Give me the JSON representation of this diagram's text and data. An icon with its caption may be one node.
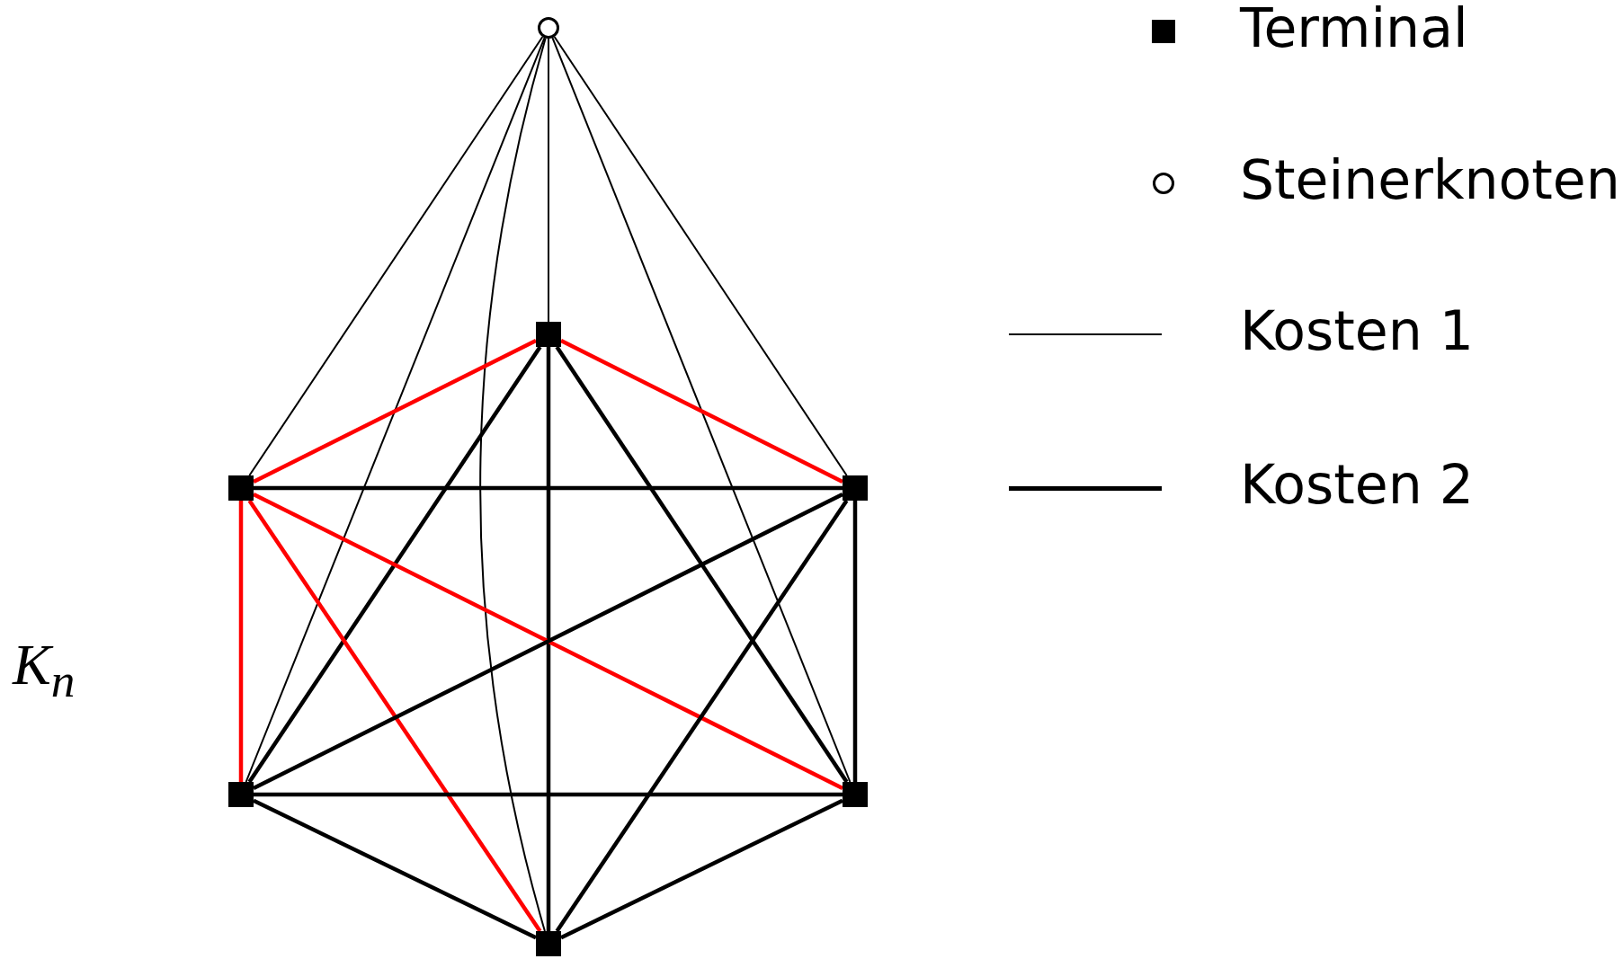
{
  "diagram": {
    "nodes": [
      {
        "text": [],
        "shape": "circle"
      },
      {
        "text": [],
        "shape": "box"
      },
      {
        "text": [],
        "shape": "box"
      },
      {
        "text": [],
        "shape": "box"
      },
      {
        "text": [],
        "shape": "box"
      },
      {
        "text": [],
        "shape": "box"
      },
      {
        "text": [],
        "shape": "box"
      }
    ],
    "edges": [
      {
        "from": 0,
        "to": 1,
        "arrow": "none"
      },
      {
        "from": 0,
        "to": 2,
        "arrow": "none"
      },
      {
        "from": 0,
        "to": 3,
        "arrow": "none"
      },
      {
        "from": 0,
        "to": 4,
        "arrow": "none"
      },
      {
        "from": 0,
        "to": 5,
        "arrow": "none"
      },
      {
        "from": 0,
        "to": 6,
        "arrow": "none"
      },
      {
        "from": 1,
        "to": 2,
        "arrow": "none",
        "color": "#ff0000"
      },
      {
        "from": 1,
        "to": 3,
        "arrow": "none",
        "color": "#ff0000"
      },
      {
        "from": 1,
        "to": 4,
        "arrow": "none"
      },
      {
        "from": 1,
        "to": 5,
        "arrow": "none"
      },
      {
        "from": 1,
        "to": 6,
        "arrow": "none"
      },
      {
        "from": 2,
        "to": 3,
        "arrow": "none"
      },
      {
        "from": 2,
        "to": 4,
        "arrow": "none",
        "color": "#ff0000"
      },
      {
        "from": 2,
        "to": 5,
        "arrow": "none",
        "color": "#ff0000"
      },
      {
        "from": 2,
        "to": 6,
        "arrow": "none",
        "color": "#ff0000"
      },
      {
        "from": 3,
        "to": 4,
        "arrow": "none"
      },
      {
        "from": 3,
        "to": 5,
        "arrow": "none"
      },
      {
        "from": 3,
        "to": 6,
        "arrow": "none"
      },
      {
        "from": 4,
        "to": 5,
        "arrow": "none"
      },
      {
        "from": 4,
        "to": 6,
        "arrow": "none"
      },
      {
        "from": 5,
        "to": 6,
        "arrow": "none"
      }
    ],
    "labels": [
      "K$_{n}$"
    ],
    "legend": [
      {
        "text": "Terminal"
      },
      {
        "text": "Steinerknoten"
      },
      {
        "text": "Kosten 1"
      },
      {
        "text": "Kosten 2"
      }
    ]
  }
}
